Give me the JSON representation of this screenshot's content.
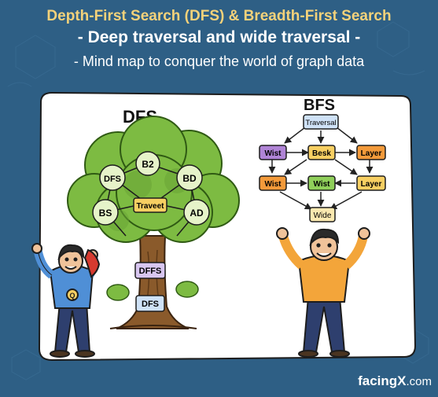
{
  "header": {
    "title": "Depth-First Search (DFS) & Breadth-First Search",
    "subtitle": "- Deep traversal and wide traversal -",
    "tagline": "- Mind map to conquer the world of graph data"
  },
  "dfs": {
    "heading": "DFS",
    "tree_nodes": {
      "top": "B2",
      "left_top": "DFS",
      "right_top": "BD",
      "left_bottom": "BS",
      "center": "Traveet",
      "right_bottom": "AD"
    },
    "trunk_labels": [
      "DFFS",
      "DFS"
    ]
  },
  "bfs": {
    "heading": "BFS",
    "nodes": {
      "top": "Traversal",
      "r1_left": "Wist",
      "r1_mid": "Besk",
      "r1_right": "Layer",
      "r2_left": "Wist",
      "r2_mid": "Wist",
      "r2_right": "Layer",
      "bottom": "Wide"
    }
  },
  "brand": {
    "name": "facing",
    "x": "X",
    "suffix": ".com"
  },
  "colors": {
    "background": "#2e5f85",
    "title_yellow": "#f4d27a",
    "card": "#ffffff",
    "tree_green": "#7dbb42",
    "node_purple": "#b084d6",
    "node_orange": "#f39a3a",
    "node_green": "#8fcf5a",
    "node_yellow": "#f7cf62",
    "node_blue": "#cfe2f7"
  }
}
